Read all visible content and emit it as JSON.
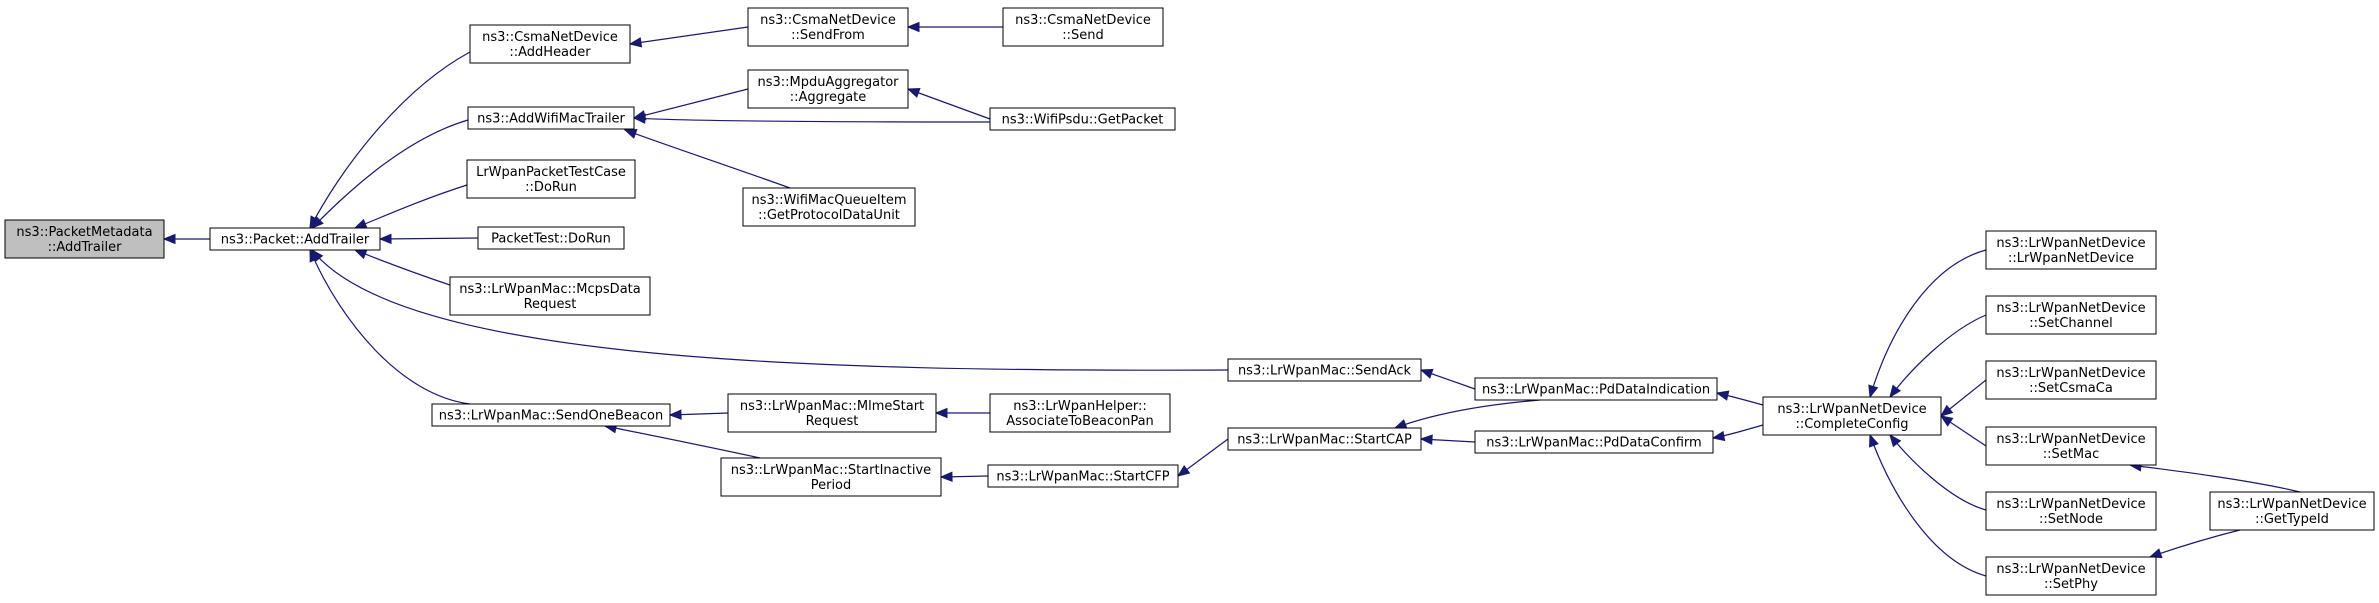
{
  "colors": {
    "edge": "#191970",
    "root_fill": "#bfbfbf",
    "node_fill": "#ffffff",
    "border": "#000000"
  },
  "nodes": [
    {
      "id": "root",
      "lines": [
        "ns3::PacketMetadata",
        "::AddTrailer"
      ]
    },
    {
      "id": "addtrailer",
      "lines": [
        "ns3::Packet::AddTrailer"
      ]
    },
    {
      "id": "csmaAddHeader",
      "lines": [
        "ns3::CsmaNetDevice",
        "::AddHeader"
      ]
    },
    {
      "id": "csmaSendFrom",
      "lines": [
        "ns3::CsmaNetDevice",
        "::SendFrom"
      ]
    },
    {
      "id": "csmaSend",
      "lines": [
        "ns3::CsmaNetDevice",
        "::Send"
      ]
    },
    {
      "id": "addWifiMacTrailer",
      "lines": [
        "ns3::AddWifiMacTrailer"
      ]
    },
    {
      "id": "mpduAggregate",
      "lines": [
        "ns3::MpduAggregator",
        "::Aggregate"
      ]
    },
    {
      "id": "wifiPsduGetPacket",
      "lines": [
        "ns3::WifiPsdu::GetPacket"
      ]
    },
    {
      "id": "wifiMacQueueItem",
      "lines": [
        "ns3::WifiMacQueueItem",
        "::GetProtocolDataUnit"
      ]
    },
    {
      "id": "lrwpanPacketTest",
      "lines": [
        "LrWpanPacketTestCase",
        "::DoRun"
      ]
    },
    {
      "id": "packetTestDoRun",
      "lines": [
        "PacketTest::DoRun"
      ]
    },
    {
      "id": "mcpsData",
      "lines": [
        "ns3::LrWpanMac::McpsData",
        "Request"
      ]
    },
    {
      "id": "sendAck",
      "lines": [
        "ns3::LrWpanMac::SendAck"
      ]
    },
    {
      "id": "pdDataIndication",
      "lines": [
        "ns3::LrWpanMac::PdDataIndication"
      ]
    },
    {
      "id": "sendOneBeacon",
      "lines": [
        "ns3::LrWpanMac::SendOneBeacon"
      ]
    },
    {
      "id": "mlmeStart",
      "lines": [
        "ns3::LrWpanMac::MlmeStart",
        "Request"
      ]
    },
    {
      "id": "associateToBeaconPan",
      "lines": [
        "ns3::LrWpanHelper::",
        "AssociateToBeaconPan"
      ]
    },
    {
      "id": "startCAP",
      "lines": [
        "ns3::LrWpanMac::StartCAP"
      ]
    },
    {
      "id": "pdDataConfirm",
      "lines": [
        "ns3::LrWpanMac::PdDataConfirm"
      ]
    },
    {
      "id": "startInactive",
      "lines": [
        "ns3::LrWpanMac::StartInactive",
        "Period"
      ]
    },
    {
      "id": "startCFP",
      "lines": [
        "ns3::LrWpanMac::StartCFP"
      ]
    },
    {
      "id": "completeConfig",
      "lines": [
        "ns3::LrWpanNetDevice",
        "::CompleteConfig"
      ]
    },
    {
      "id": "lrwpanNetDevice",
      "lines": [
        "ns3::LrWpanNetDevice",
        "::LrWpanNetDevice"
      ]
    },
    {
      "id": "setChannel",
      "lines": [
        "ns3::LrWpanNetDevice",
        "::SetChannel"
      ]
    },
    {
      "id": "setCsmaCa",
      "lines": [
        "ns3::LrWpanNetDevice",
        "::SetCsmaCa"
      ]
    },
    {
      "id": "setMac",
      "lines": [
        "ns3::LrWpanNetDevice",
        "::SetMac"
      ]
    },
    {
      "id": "setNode",
      "lines": [
        "ns3::LrWpanNetDevice",
        "::SetNode"
      ]
    },
    {
      "id": "setPhy",
      "lines": [
        "ns3::LrWpanNetDevice",
        "::SetPhy"
      ]
    },
    {
      "id": "getTypeId",
      "lines": [
        "ns3::LrWpanNetDevice",
        "::GetTypeId"
      ]
    }
  ],
  "edges": [
    {
      "from": "addtrailer",
      "to": "root"
    },
    {
      "from": "csmaAddHeader",
      "to": "addtrailer"
    },
    {
      "from": "addWifiMacTrailer",
      "to": "addtrailer"
    },
    {
      "from": "lrwpanPacketTest",
      "to": "addtrailer"
    },
    {
      "from": "packetTestDoRun",
      "to": "addtrailer"
    },
    {
      "from": "mcpsData",
      "to": "addtrailer"
    },
    {
      "from": "sendAck",
      "to": "addtrailer"
    },
    {
      "from": "sendOneBeacon",
      "to": "addtrailer"
    },
    {
      "from": "csmaSendFrom",
      "to": "csmaAddHeader"
    },
    {
      "from": "csmaSend",
      "to": "csmaSendFrom"
    },
    {
      "from": "mpduAggregate",
      "to": "addWifiMacTrailer"
    },
    {
      "from": "wifiPsduGetPacket",
      "to": "addWifiMacTrailer"
    },
    {
      "from": "wifiMacQueueItem",
      "to": "addWifiMacTrailer"
    },
    {
      "from": "wifiPsduGetPacket",
      "to": "mpduAggregate"
    },
    {
      "from": "pdDataIndication",
      "to": "sendAck"
    },
    {
      "from": "completeConfig",
      "to": "pdDataIndication"
    },
    {
      "from": "mlmeStart",
      "to": "sendOneBeacon"
    },
    {
      "from": "startInactive",
      "to": "sendOneBeacon"
    },
    {
      "from": "associateToBeaconPan",
      "to": "mlmeStart"
    },
    {
      "from": "startCFP",
      "to": "startInactive"
    },
    {
      "from": "startCAP",
      "to": "startCFP"
    },
    {
      "from": "pdDataIndication",
      "to": "startCAP"
    },
    {
      "from": "pdDataConfirm",
      "to": "startCAP"
    },
    {
      "from": "completeConfig",
      "to": "pdDataConfirm"
    },
    {
      "from": "lrwpanNetDevice",
      "to": "completeConfig"
    },
    {
      "from": "setChannel",
      "to": "completeConfig"
    },
    {
      "from": "setCsmaCa",
      "to": "completeConfig"
    },
    {
      "from": "setMac",
      "to": "completeConfig"
    },
    {
      "from": "setNode",
      "to": "completeConfig"
    },
    {
      "from": "setPhy",
      "to": "completeConfig"
    },
    {
      "from": "getTypeId",
      "to": "setMac"
    },
    {
      "from": "getTypeId",
      "to": "setPhy"
    }
  ]
}
